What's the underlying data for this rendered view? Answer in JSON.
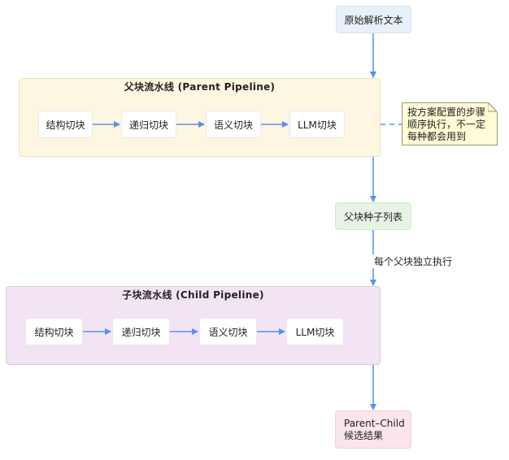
{
  "nodes": {
    "start": "原始解析文本",
    "parent_list": "父块种子列表",
    "end_line1": "Parent–Child",
    "end_line2": "候选结果"
  },
  "parent_pipeline": {
    "title": "父块流水线 (Parent Pipeline)",
    "steps": [
      "结构切块",
      "递归切块",
      "语义切块",
      "LLM切块"
    ]
  },
  "child_pipeline": {
    "title": "子块流水线 (Child Pipeline)",
    "steps": [
      "结构切块",
      "递归切块",
      "语义切块",
      "LLM切块"
    ]
  },
  "note": {
    "lines": [
      "按方案配置的步骤",
      "顺序执行，不一定",
      "每种都会用到"
    ]
  },
  "edge_labels": {
    "per_parent": "每个父块独立执行"
  },
  "colors": {
    "arrow": "#5b8def",
    "start_fill": "#e8f1fb",
    "parent_cluster_fill": "#fdf6e0",
    "parent_list_fill": "#e6f4e3",
    "child_cluster_fill": "#f2e4f3",
    "end_fill": "#fbe4ea",
    "note_fill": "#fffbd6"
  }
}
